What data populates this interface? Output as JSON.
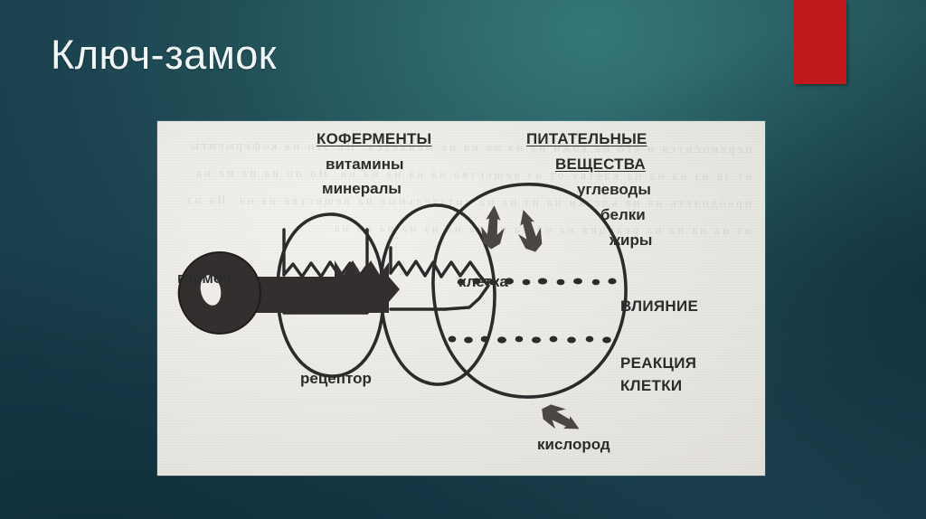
{
  "slide": {
    "title": "Ключ-замок",
    "background_dark": "#1a4250",
    "background_light": "#35787a",
    "accent_color": "#c0181c"
  },
  "figure": {
    "paper_color": "#eceae5",
    "ink_color": "#2c2c2c",
    "ghost_text": "переносится и его на кожи на из не на не меняется. Но это на коферменты от за из на на на клетку от из вещества на на на на на. Но по на на на на преодолеть на на клетки на из на на питательные на вещества из на. На из из на на на на реакция на на на на на на из на на на на",
    "labels": {
      "coenzymes": "КОФЕРМЕНТЫ",
      "vitamins": "витамины",
      "minerals": "минералы",
      "nutrients_line1": "ПИТАТЕЛЬНЫЕ",
      "nutrients_line2": "ВЕЩЕСТВА",
      "carbohydrates": "углеводы",
      "proteins": "белки",
      "fats": "жиры",
      "hormone": "гормон",
      "receptor": "рецептор",
      "cell": "клетка",
      "influence": "ВЛИЯНИЕ",
      "reaction_line1": "РЕАКЦИЯ",
      "reaction_line2": "КЛЕТКИ",
      "oxygen": "кислород"
    }
  }
}
